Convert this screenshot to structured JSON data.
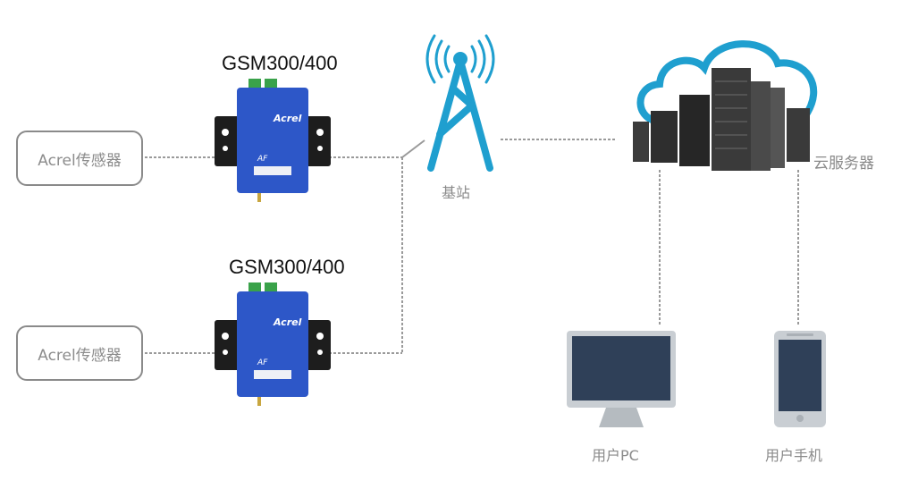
{
  "diagram": {
    "sensors": [
      {
        "label": "Acrel传感器"
      },
      {
        "label": "Acrel传感器"
      }
    ],
    "gateways": [
      {
        "model": "GSM300/400",
        "brand": "Acrel",
        "product_mark": "AF"
      },
      {
        "model": "GSM300/400",
        "brand": "Acrel",
        "product_mark": "AF"
      }
    ],
    "base_station": {
      "label": "基站"
    },
    "cloud_server": {
      "label": "云服务器"
    },
    "clients": [
      {
        "label": "用户PC"
      },
      {
        "label": "用户手机"
      }
    ],
    "colors": {
      "accent_blue": "#1f9fcf",
      "device_blue": "#2d57c8",
      "connector_gray": "#9a9a9a",
      "screen_dark": "#2f4058",
      "device_frame": "#c9ced3"
    }
  }
}
